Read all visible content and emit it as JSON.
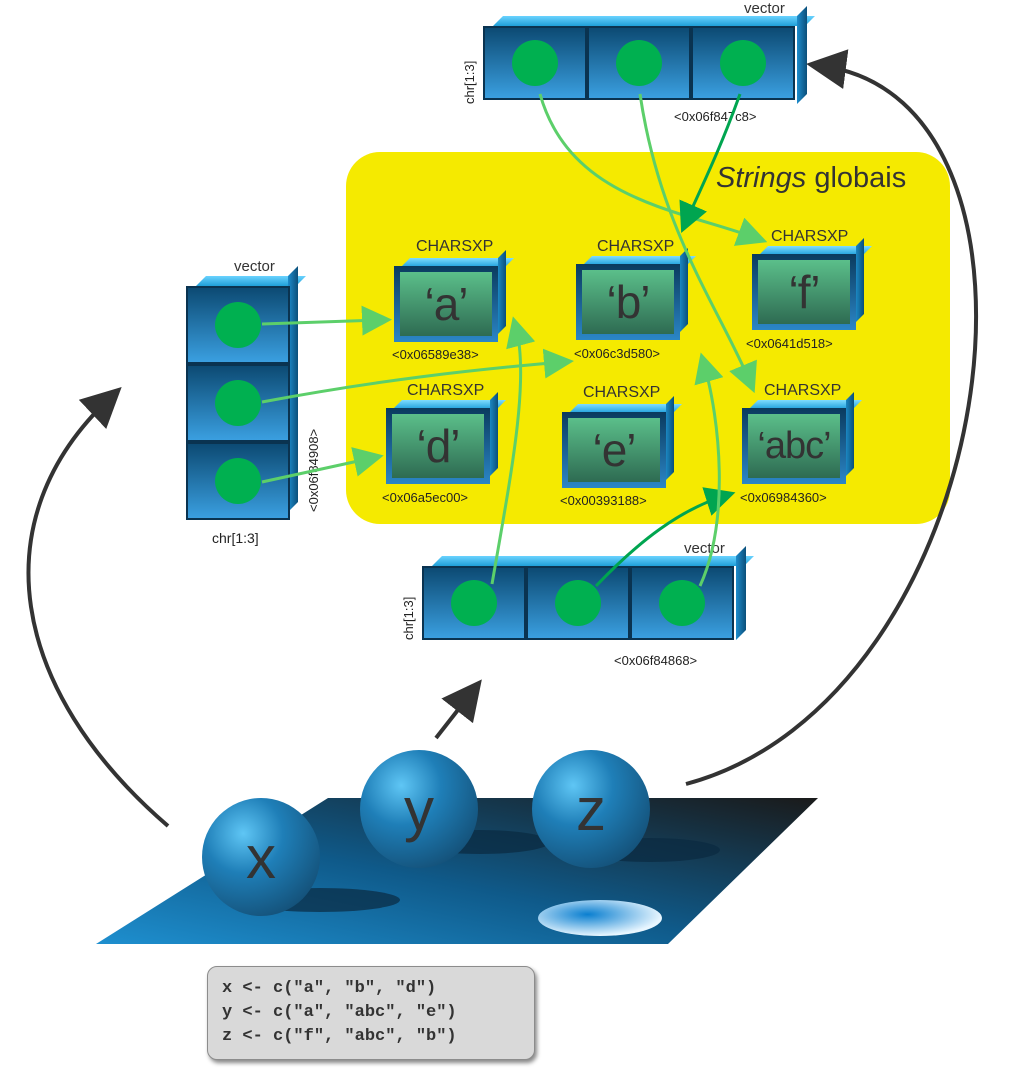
{
  "strings_area": {
    "title_italic": "Strings",
    "title_rest": " globais",
    "color": "#f5ea00"
  },
  "charsxp": [
    {
      "type_label": "CHARSXP",
      "value": "‘a’",
      "address": "<0x06589e38>"
    },
    {
      "type_label": "CHARSXP",
      "value": "‘b’",
      "address": "<0x06c3d580>"
    },
    {
      "type_label": "CHARSXP",
      "value": "‘f’",
      "address": "<0x0641d518>"
    },
    {
      "type_label": "CHARSXP",
      "value": "‘d’",
      "address": "<0x06a5ec00>"
    },
    {
      "type_label": "CHARSXP",
      "value": "‘e’",
      "address": "<0x00393188>"
    },
    {
      "type_label": "CHARSXP",
      "value": "‘abc’",
      "address": "<0x06984360>"
    }
  ],
  "vectors": {
    "x": {
      "label": "vector",
      "type": "chr[1:3]",
      "address": "<0x06f84908>"
    },
    "y": {
      "label": "vector",
      "type": "chr[1:3]",
      "address": "<0x06f84868>"
    },
    "z": {
      "label": "vector",
      "type": "chr[1:3]",
      "address": "<0x06f847c8>"
    }
  },
  "variables": [
    "x",
    "y",
    "z"
  ],
  "code": [
    "x <- c(\"a\", \"b\", \"d\")",
    "y <- c(\"a\", \"abc\", \"e\")",
    "z <- c(\"f\", \"abc\", \"b\")"
  ],
  "colors": {
    "pointer": "#5ccf6a",
    "pointer_dark": "#00a550",
    "cell": "#1f7fb8",
    "arrow": "#333333"
  }
}
